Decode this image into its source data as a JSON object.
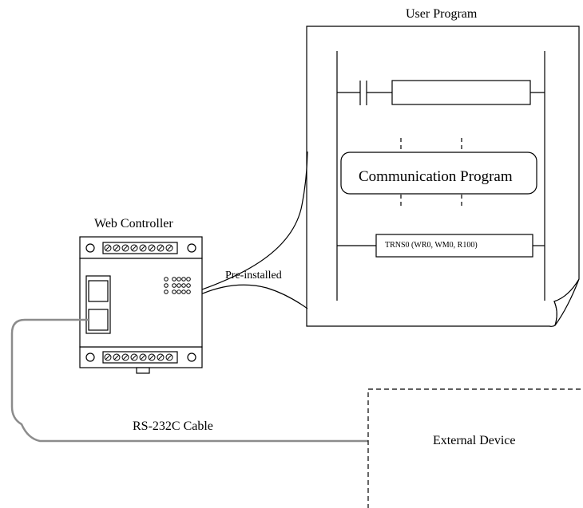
{
  "labels": {
    "user_program": "User Program",
    "web_controller": "Web Controller",
    "pre_installed": "Pre-installed",
    "communication_program": "Communication Program",
    "instruction": "TRNS0 (WR0,   WM0,   R100)",
    "rs232c_cable": "RS-232C Cable",
    "external_device": "External Device"
  },
  "colors": {
    "line": "#000000",
    "cable": "#8c8c8c",
    "background": "#ffffff"
  }
}
